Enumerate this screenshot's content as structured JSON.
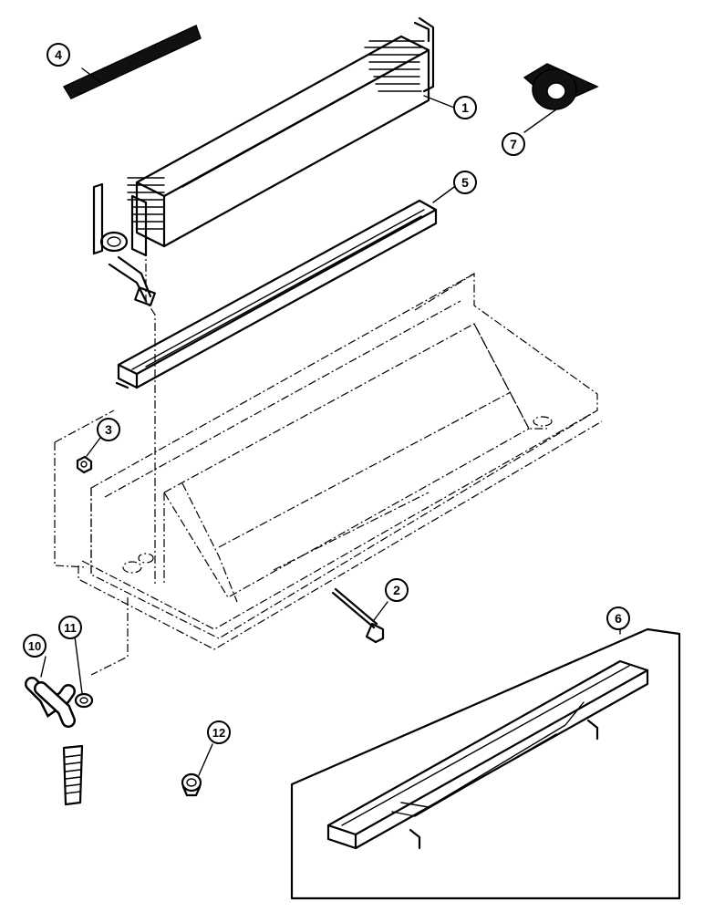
{
  "callouts": [
    {
      "id": "1",
      "label": "1"
    },
    {
      "id": "2",
      "label": "2"
    },
    {
      "id": "3",
      "label": "3"
    },
    {
      "id": "4",
      "label": "4"
    },
    {
      "id": "5",
      "label": "5"
    },
    {
      "id": "6",
      "label": "6"
    },
    {
      "id": "7",
      "label": "7"
    },
    {
      "id": "10",
      "label": "10"
    },
    {
      "id": "11",
      "label": "11"
    },
    {
      "id": "12",
      "label": "12"
    }
  ],
  "colors": {
    "ink": "#000000",
    "paper": "#ffffff"
  }
}
